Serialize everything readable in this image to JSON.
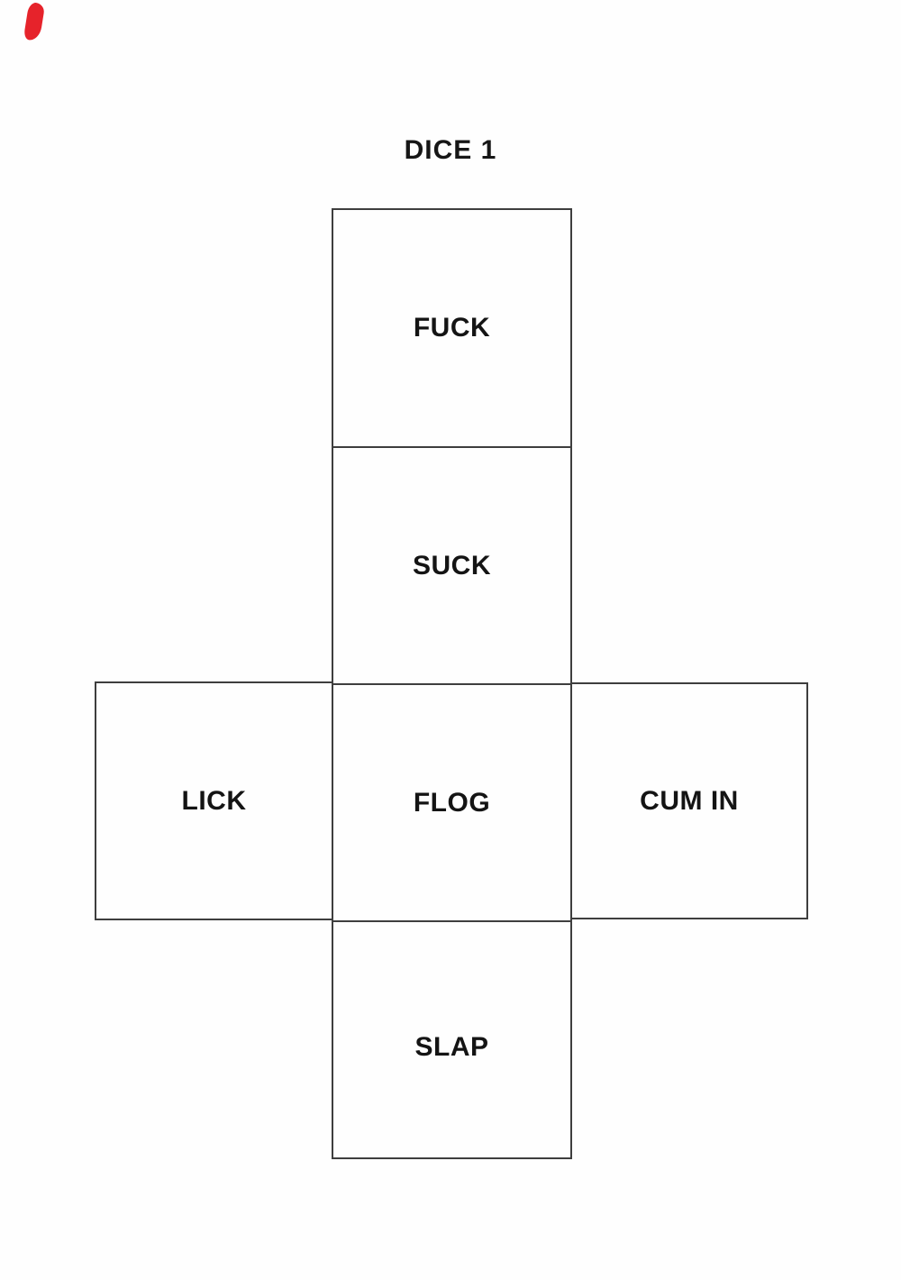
{
  "page": {
    "title": "DICE 1",
    "background_color": "#fefefe",
    "line_color": "#3e3e3e",
    "text_color": "#141414"
  },
  "corner_mark": {
    "description": "small red pen stroke in top-left corner",
    "color": "#e6232b"
  },
  "dice_net": {
    "shape": "cube cut-out net (cross layout)",
    "faces": [
      {
        "id": "fuck",
        "label": "FUCK"
      },
      {
        "id": "suck",
        "label": "SUCK"
      },
      {
        "id": "lick",
        "label": "LICK"
      },
      {
        "id": "flog",
        "label": "FLOG"
      },
      {
        "id": "cumin",
        "label": "CUM IN"
      },
      {
        "id": "slap",
        "label": "SLAP"
      }
    ]
  }
}
